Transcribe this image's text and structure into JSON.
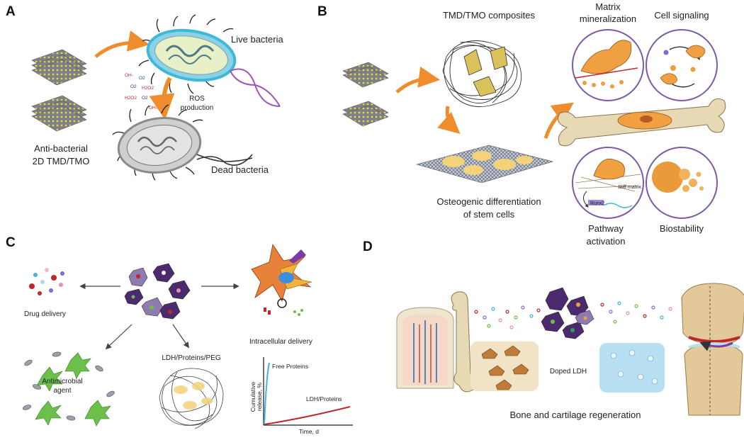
{
  "panels": {
    "A": {
      "letter": "A",
      "live_bacteria": "Live bacteria",
      "ros_line1": "ROS",
      "ros_line2": "production",
      "dead_bacteria": "Dead bacteria",
      "material_line1": "Anti-bacterial",
      "material_line2": "2D TMD/TMO",
      "species": [
        "OH-",
        "O2",
        "O2",
        "H2O2",
        "H2O2",
        "O2",
        "OH-"
      ]
    },
    "B": {
      "letter": "B",
      "composites": "TMD/TMO composites",
      "matrix_line1": "Matrix",
      "matrix_line2": "mineralization",
      "cell_signaling": "Cell signaling",
      "osteo_line1": "Osteogenic differentiation",
      "osteo_line2": "of stem cells",
      "stiff_matrix": "Stiff matrix",
      "runx": "Runx2",
      "pathway_line1": "Pathway",
      "pathway_line2": "activation",
      "biostability": "Biostability"
    },
    "C": {
      "letter": "C",
      "drug_delivery": "Drug delivery",
      "intracellular_delivery": "Intracellular delivery",
      "ldh_proteins_peg": "LDH/Proteins/PEG",
      "antimicrobial_line1": "Antimicrobial",
      "antimicrobial_line2": "agent",
      "plot": {
        "series_free": "Free Proteins",
        "series_ldh": "LDH/Proteins",
        "ylabel_line1": "Cumulative",
        "ylabel_line2": "release, %",
        "xlabel": "Time, d"
      }
    },
    "D": {
      "letter": "D",
      "doped_ldh": "Doped LDH",
      "regeneration": "Bone and cartilage regeneration"
    }
  },
  "colors": {
    "arrow_orange": "#ef8c2b",
    "cell_orange": "#f0a040",
    "panel_circle": "#7b5aa6",
    "bone": "#e8d9b5",
    "live_outline": "#3fb7d9",
    "free_curve": "#3fb7d9",
    "ldh_curve": "#c0272d",
    "ldh_hex": "#4b2a6e",
    "cartilage_box": "#b8e0f2",
    "bone_cell_box": "#f1e3c6",
    "green_cell": "#6cc04a"
  }
}
